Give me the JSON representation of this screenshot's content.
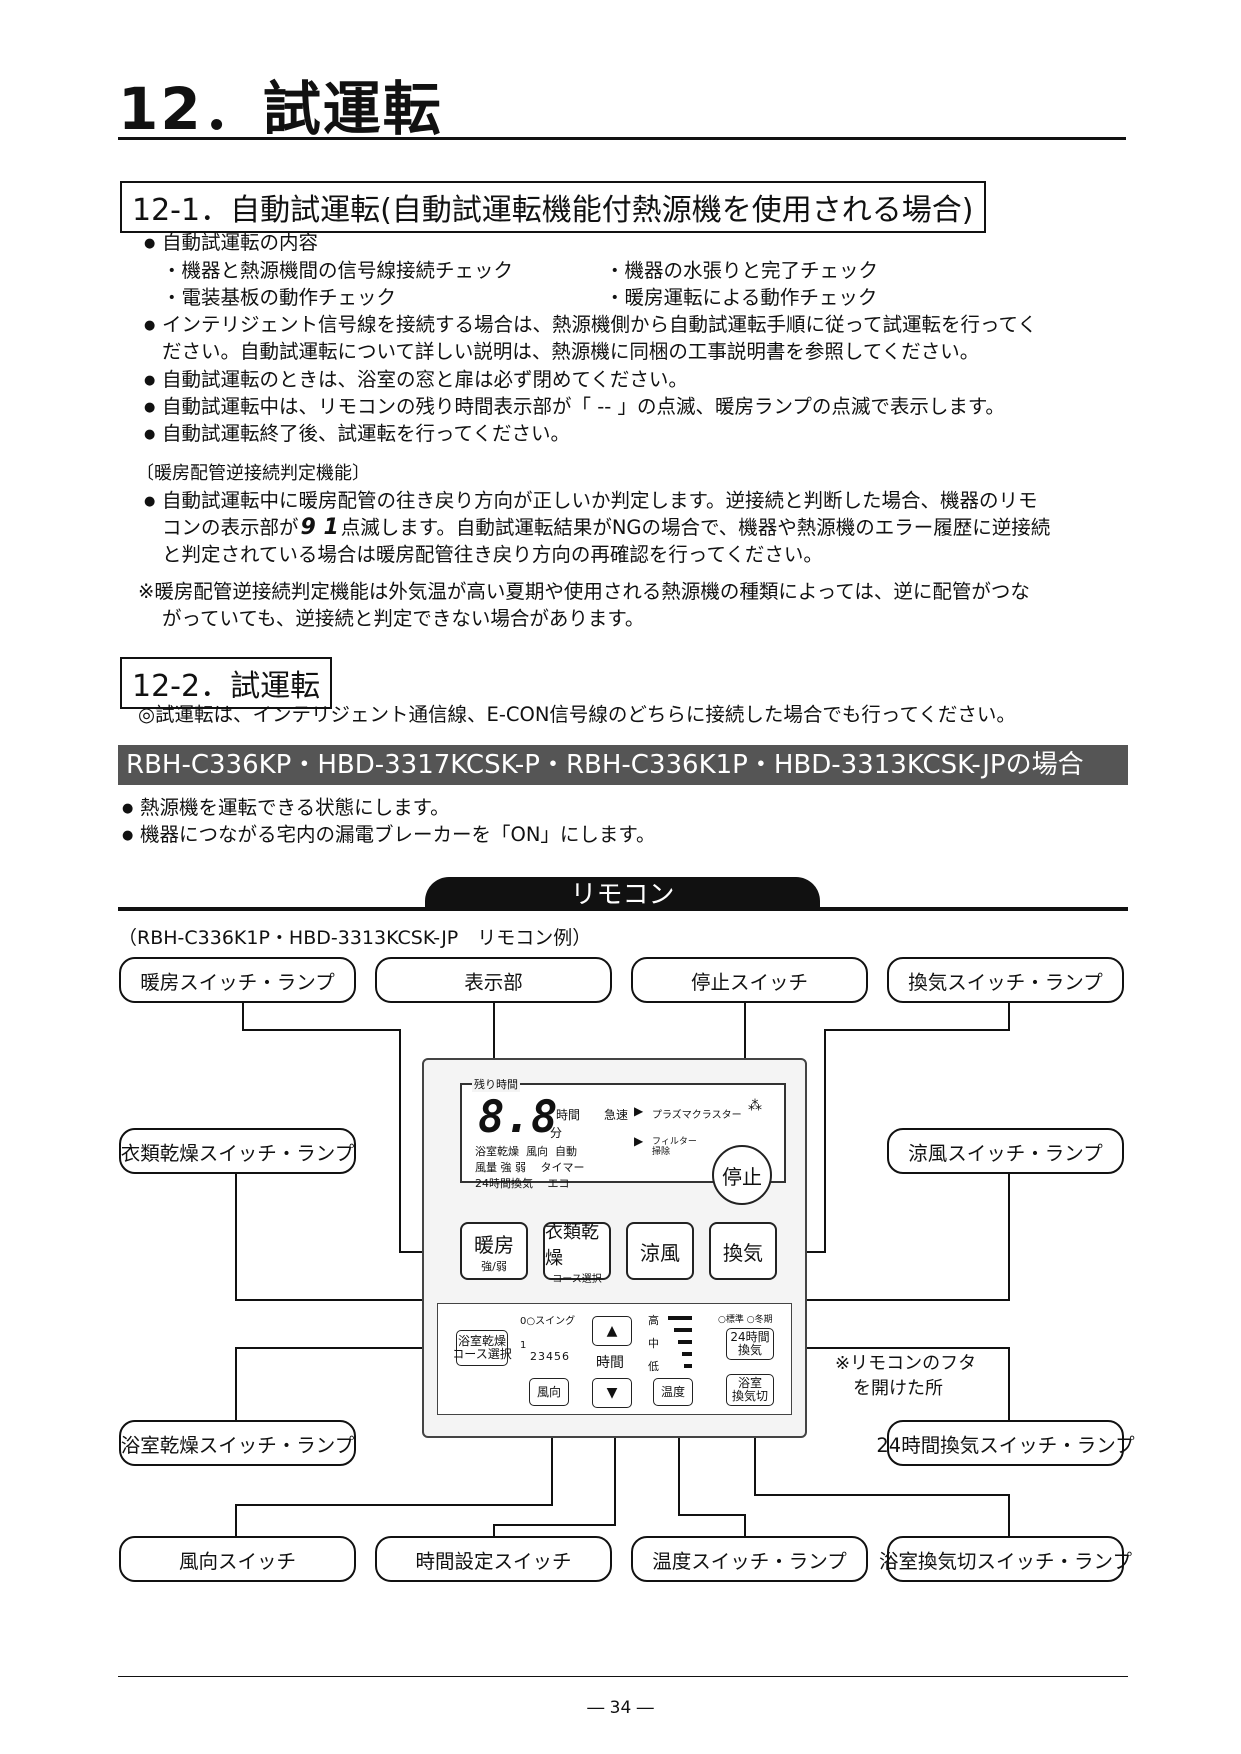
{
  "page": {
    "title": "12．試運転",
    "page_number": "― 34 ―"
  },
  "section1": {
    "heading": "12-1．自動試運転(自動試運転機能付熱源機を使用される場合)",
    "content_heading": "自動試運転の内容",
    "checks": [
      "・機器と熱源機間の信号線接続チェック",
      "・機器の水張りと完了チェック",
      "・電装基板の動作チェック",
      "・暖房運転による動作チェック"
    ],
    "bullets": [
      "インテリジェント信号線を接続する場合は、熱源機側から自動試運転手順に従って試運転を行ってく",
      "ださい。自動試運転について詳しい説明は、熱源機に同梱の工事説明書を参照してください。",
      "自動試運転のときは、浴室の窓と扉は必ず閉めてください。",
      "自動試運転中は、リモコンの残り時間表示部が「 -- 」の点滅、暖房ランプの点滅で表示します。",
      "自動試運転終了後、試運転を行ってください。"
    ],
    "sub_heading": "〔暖房配管逆接続判定機能〕",
    "reverse_lines": [
      "自動試運転中に暖房配管の往き戻り方向が正しいか判定します。逆接続と判断した場合、機器のリモ",
      "コンの表示部が",
      "9 1",
      "点滅します。自動試運転結果がNGの場合で、機器や熱源機のエラー履歴に逆接続",
      "と判定されている場合は暖房配管往き戻り方向の再確認を行ってください。"
    ],
    "note_lines": [
      "※暖房配管逆接続判定機能は外気温が高い夏期や使用される熱源機の種類によっては、逆に配管がつな",
      "がっていても、逆接続と判定できない場合があります。"
    ]
  },
  "section2": {
    "heading": "12-2．試運転",
    "intro": "◎試運転は、インテリジェント通信線、E-CON信号線のどちらに接続した場合でも行ってください。",
    "model_bar": "RBH-C336KP・HBD-3317KCSK-P・RBH-C336K1P・HBD-3313KCSK-JPの場合",
    "steps": [
      "熱源機を運転できる状態にします。",
      "機器につながる宅内の漏電ブレーカーを「ON」にします。"
    ]
  },
  "remote": {
    "tab_label": "リモコン",
    "example_caption": "（RBH-C336K1P・HBD-3313KCSK-JP　リモコン例）",
    "labels": {
      "heating": "暖房スイッチ・ランプ",
      "display": "表示部",
      "stop": "停止スイッチ",
      "ventilation": "換気スイッチ・ランプ",
      "clothes_dry": "衣類乾燥スイッチ・ランプ",
      "cool": "涼風スイッチ・ランプ",
      "bath_dry": "浴室乾燥スイッチ・ランプ",
      "vent24": "24時間換気スイッチ・ランプ",
      "wind_dir": "風向スイッチ",
      "time_set": "時間設定スイッチ",
      "temp": "温度スイッチ・ランプ",
      "bath_vent_off": "浴室換気切スイッチ・ランプ"
    },
    "cover_note": [
      "※リモコンのフタ",
      "を開けた所"
    ],
    "lcd": {
      "remaining": "残り時間",
      "digits": "8.8",
      "hour": "時間",
      "rapid": "急速",
      "minute": "分",
      "plasma": "プラズマクラスター",
      "filter": "フィルター",
      "clean": "掃除",
      "row1": "浴室乾燥  風向  自動",
      "row2": "風量 強 弱　 タイマー",
      "row3": "24時間換気　 エコ"
    },
    "buttons": {
      "stop": "停止",
      "heat": "暖房",
      "heat_sub": "強/弱",
      "dry": "衣類乾燥",
      "dry_sub": "コース選択",
      "cool": "涼風",
      "vent": "換気",
      "bath_dry": "浴室乾燥\nコース選択",
      "swing": "0○スイング",
      "numbers": "23456",
      "one": "1",
      "wind": "風向",
      "time": "時間",
      "up": "▲",
      "down": "▼",
      "temp": "温度",
      "high": "高",
      "mid": "中",
      "low": "低",
      "std_cold": "○標準 ○冬期",
      "vent24": "24時間\n換気",
      "bath_vent": "浴室\n換気切"
    }
  }
}
